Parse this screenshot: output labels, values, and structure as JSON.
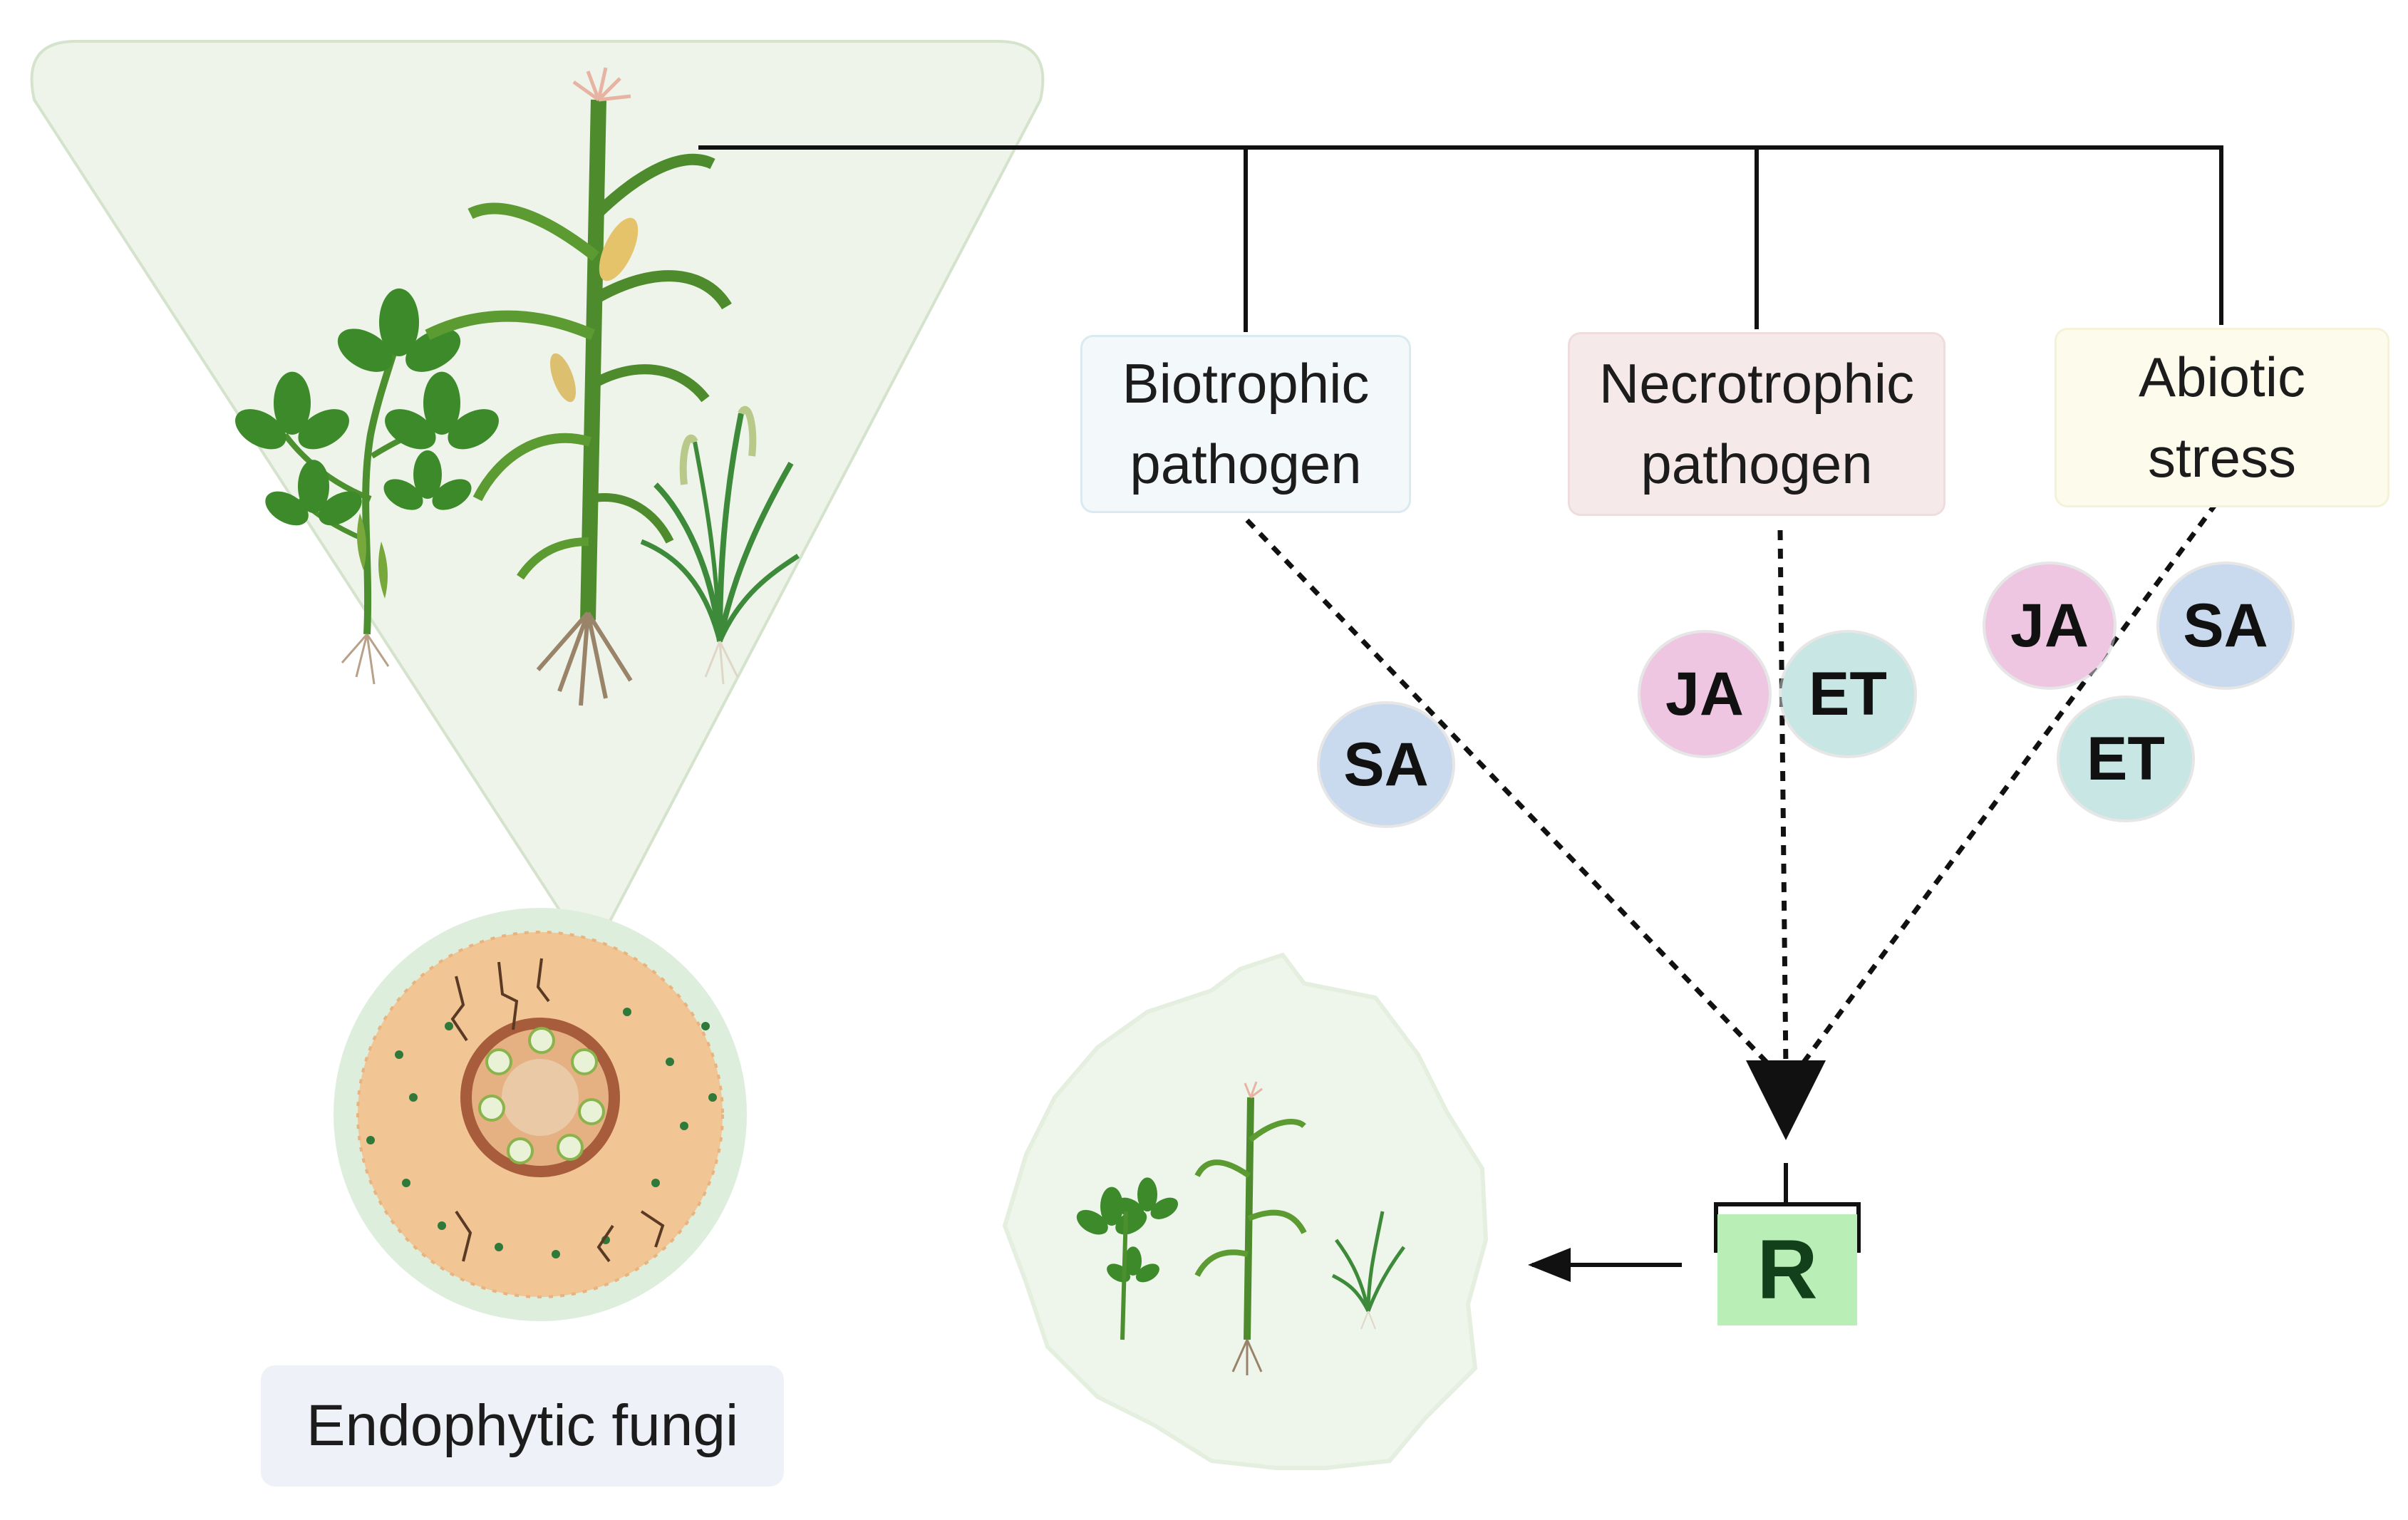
{
  "diagram": {
    "stresses": [
      {
        "id": "biotrophic",
        "label_line1": "Biotrophic",
        "label_line2": "pathogen"
      },
      {
        "id": "necrotrophic",
        "label_line1": "Necrotrophic",
        "label_line2": "pathogen"
      },
      {
        "id": "abiotic",
        "label_line1": "Abiotic",
        "label_line2": "stress"
      }
    ],
    "hormones": {
      "biotrophic": [
        "SA"
      ],
      "necrotrophic": [
        "JA",
        "ET"
      ],
      "abiotic": [
        "JA",
        "SA",
        "ET"
      ]
    },
    "response_label": "R",
    "endophyte_label": "Endophytic fungi"
  },
  "colors": {
    "sa": "#c9d9ee",
    "ja": "#efc6e1",
    "et": "#c8e6e4",
    "response": "#b9efb7",
    "plant_leaf": "#3f8f2c",
    "root_cortex": "#f2c08e",
    "halo": "#e9f3e4"
  },
  "icons": [
    "soybean-plant-icon",
    "maize-plant-icon",
    "rice-plant-icon",
    "root-cross-section-icon",
    "protected-plants-icon"
  ]
}
